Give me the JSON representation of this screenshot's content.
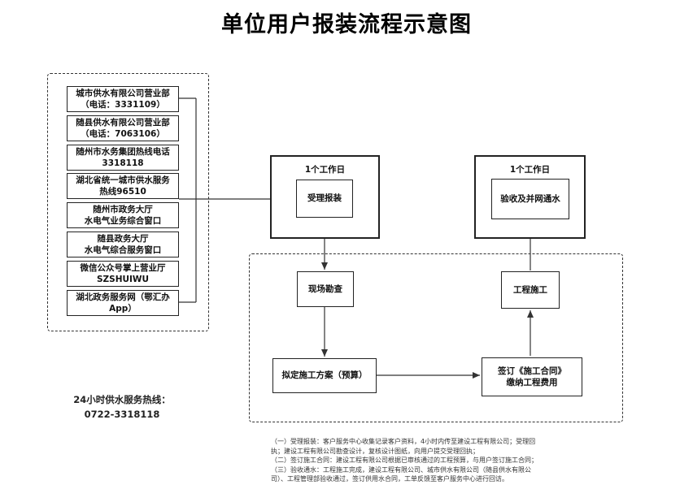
{
  "title": "单位用户报装流程示意图",
  "channels": [
    {
      "line1": "城市供水有限公司营业部",
      "line2": "（电话：3331109）"
    },
    {
      "line1": "随县供水有限公司营业部",
      "line2": "（电话：7063106）"
    },
    {
      "line1": "随州市水务集团热线电话",
      "line2": "3318118"
    },
    {
      "line1": "湖北省统一城市供水服务",
      "line2": "热线96510"
    },
    {
      "line1": "随州市政务大厅",
      "line2": "水电气业务综合窗口"
    },
    {
      "line1": "随县政务大厅",
      "line2": "水电气综合服务窗口"
    },
    {
      "line1": "微信公众号掌上营业厅",
      "line2": "SZSHUIWU"
    },
    {
      "line1": "湖北政务服务网（鄂汇办",
      "line2": "App）"
    }
  ],
  "steps": {
    "accept": {
      "label": "受理报装",
      "time": "1个工作日"
    },
    "survey": {
      "label": "现场勘查"
    },
    "plan": {
      "label": "拟定施工方案（预算）"
    },
    "contract": {
      "line1": "签订《施工合同》",
      "line2": "缴纳工程费用"
    },
    "construct": {
      "label": "工程施工"
    },
    "acceptance": {
      "label": "验收及并网通水",
      "time": "1个工作日"
    }
  },
  "hotline": {
    "label": "24小时供水服务热线：",
    "number": "0722-3318118"
  },
  "notes": [
    "（一）受理报装：客户服务中心收集记录客户资料，4小时内传至建设工程有限公司；受理回",
    "执；建设工程有限公司勘查设计，复核设计图纸，向用户提交受理回执；",
    "（二）签订施工合同：建设工程有限公司根据已审核通过的工程预算，与用户签订施工合同；",
    "（三）验收通水：工程施工完成，建设工程有限公司、城市供水有限公司（随县供水有限公",
    "司）、工程管理部验收通过，签订供用水合同，工单反馈至客户服务中心进行回访。"
  ]
}
